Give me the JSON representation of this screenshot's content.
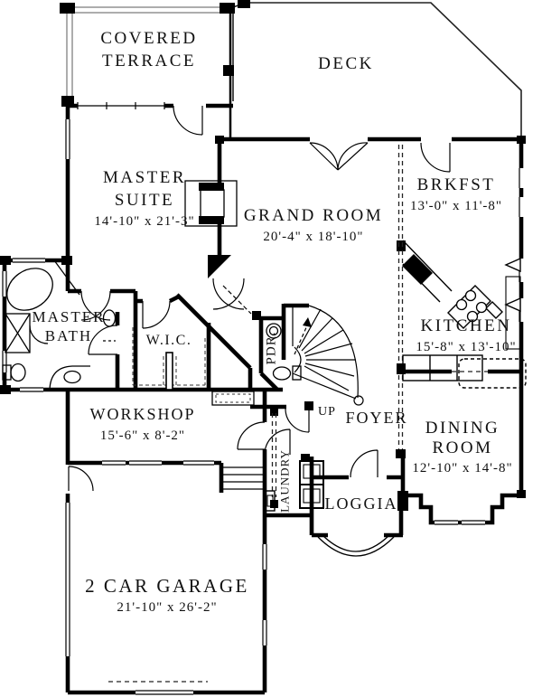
{
  "rooms": {
    "covered_terrace": {
      "line1": "COVERED",
      "line2": "TERRACE"
    },
    "deck": {
      "line1": "DECK"
    },
    "master_suite": {
      "line1": "MASTER",
      "line2": "SUITE",
      "dims": "14'-10\" x 21'-3\""
    },
    "grand_room": {
      "line1": "GRAND ROOM",
      "dims": "20'-4\" x 18'-10\""
    },
    "brkfst": {
      "line1": "BRKFST",
      "dims": "13'-0\" x 11'-8\""
    },
    "master_bath": {
      "line1": "MASTER",
      "line2": "BATH"
    },
    "wic": {
      "line1": "W.I.C."
    },
    "pdr": {
      "line1": "PDR."
    },
    "kitchen": {
      "line1": "KITCHEN",
      "dims": "15'-8\" x 13'-10\""
    },
    "workshop": {
      "line1": "WORKSHOP",
      "dims": "15'-6\" x 8'-2\""
    },
    "stairs": {
      "line1": "UP"
    },
    "foyer": {
      "line1": "FOYER"
    },
    "dining_room": {
      "line1": "DINING",
      "line2": "ROOM",
      "dims": "12'-10\" x 14'-8\""
    },
    "laundry": {
      "line1": "LAUNDRY"
    },
    "loggia": {
      "line1": "LOGGIA"
    },
    "garage": {
      "line1": "2 CAR GARAGE",
      "dims": "21'-10\" x 26'-2\""
    }
  },
  "colors": {
    "wall": "#000000",
    "background": "#ffffff",
    "text": "#111111",
    "railing": "#8a8a8a"
  }
}
